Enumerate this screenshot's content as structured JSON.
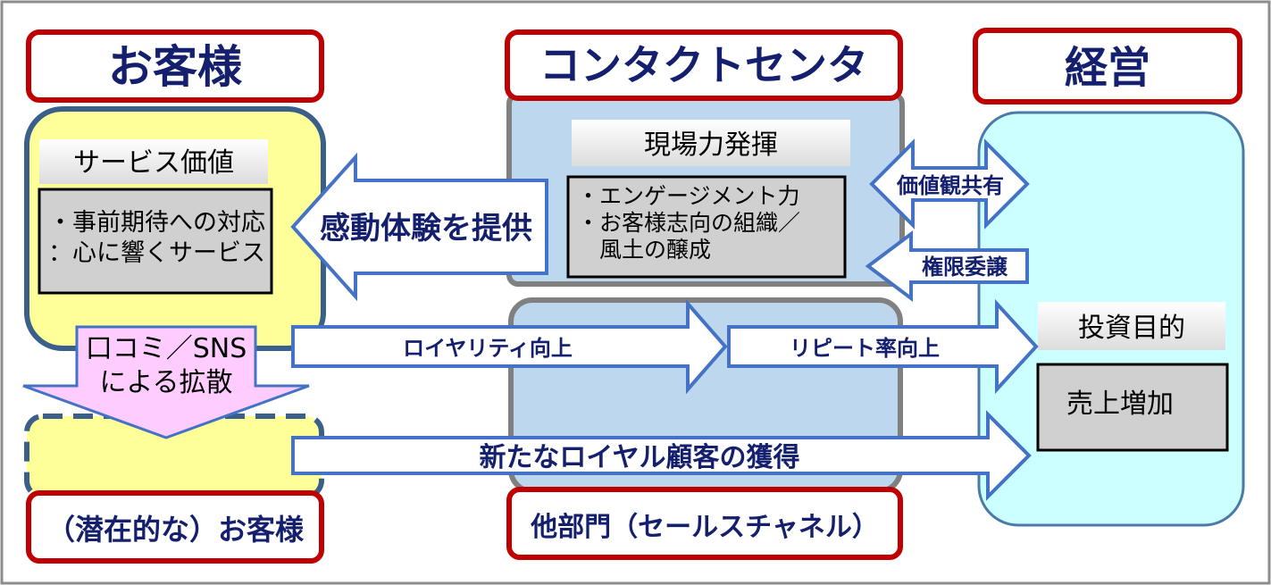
{
  "headers": {
    "customer": "お客様",
    "contact_center": "コンタクトセンタ",
    "management": "経営"
  },
  "customer": {
    "service_value_label": "サービス価値",
    "service_items": [
      "・事前期待への対応",
      "：心に響くサービス"
    ],
    "wom_label_line1": "口コミ／SNS",
    "wom_label_line2": "による拡散",
    "potential_label": "（潜在的な）お客様"
  },
  "contact_center": {
    "field_power_label": "現場力発揮",
    "field_items": [
      "・エンゲージメント力",
      "・お客様志向の組織／",
      "　風土の醸成"
    ],
    "other_dept_label": "他部門（セールスチャネル）"
  },
  "management": {
    "investment_label": "投資目的",
    "sales_increase_label": "売上増加"
  },
  "arrows": {
    "impression": "感動体験を提供",
    "shared_values": "価値観共有",
    "delegation": "権限委譲",
    "loyalty_up": "ロイヤリティ向上",
    "repeat_up": "リピート率向上",
    "new_loyal": "新たなロイヤル顧客の獲得"
  },
  "colors": {
    "header_border": "#c00000",
    "customer_fill": "#ffff99",
    "customer_border": "#3a5f8a",
    "center_fill": "#bdd7ee",
    "management_fill": "#ccffff",
    "arrow_border": "#4472c4",
    "wom_fill": "#ffccff",
    "label_text": "#14206e"
  }
}
